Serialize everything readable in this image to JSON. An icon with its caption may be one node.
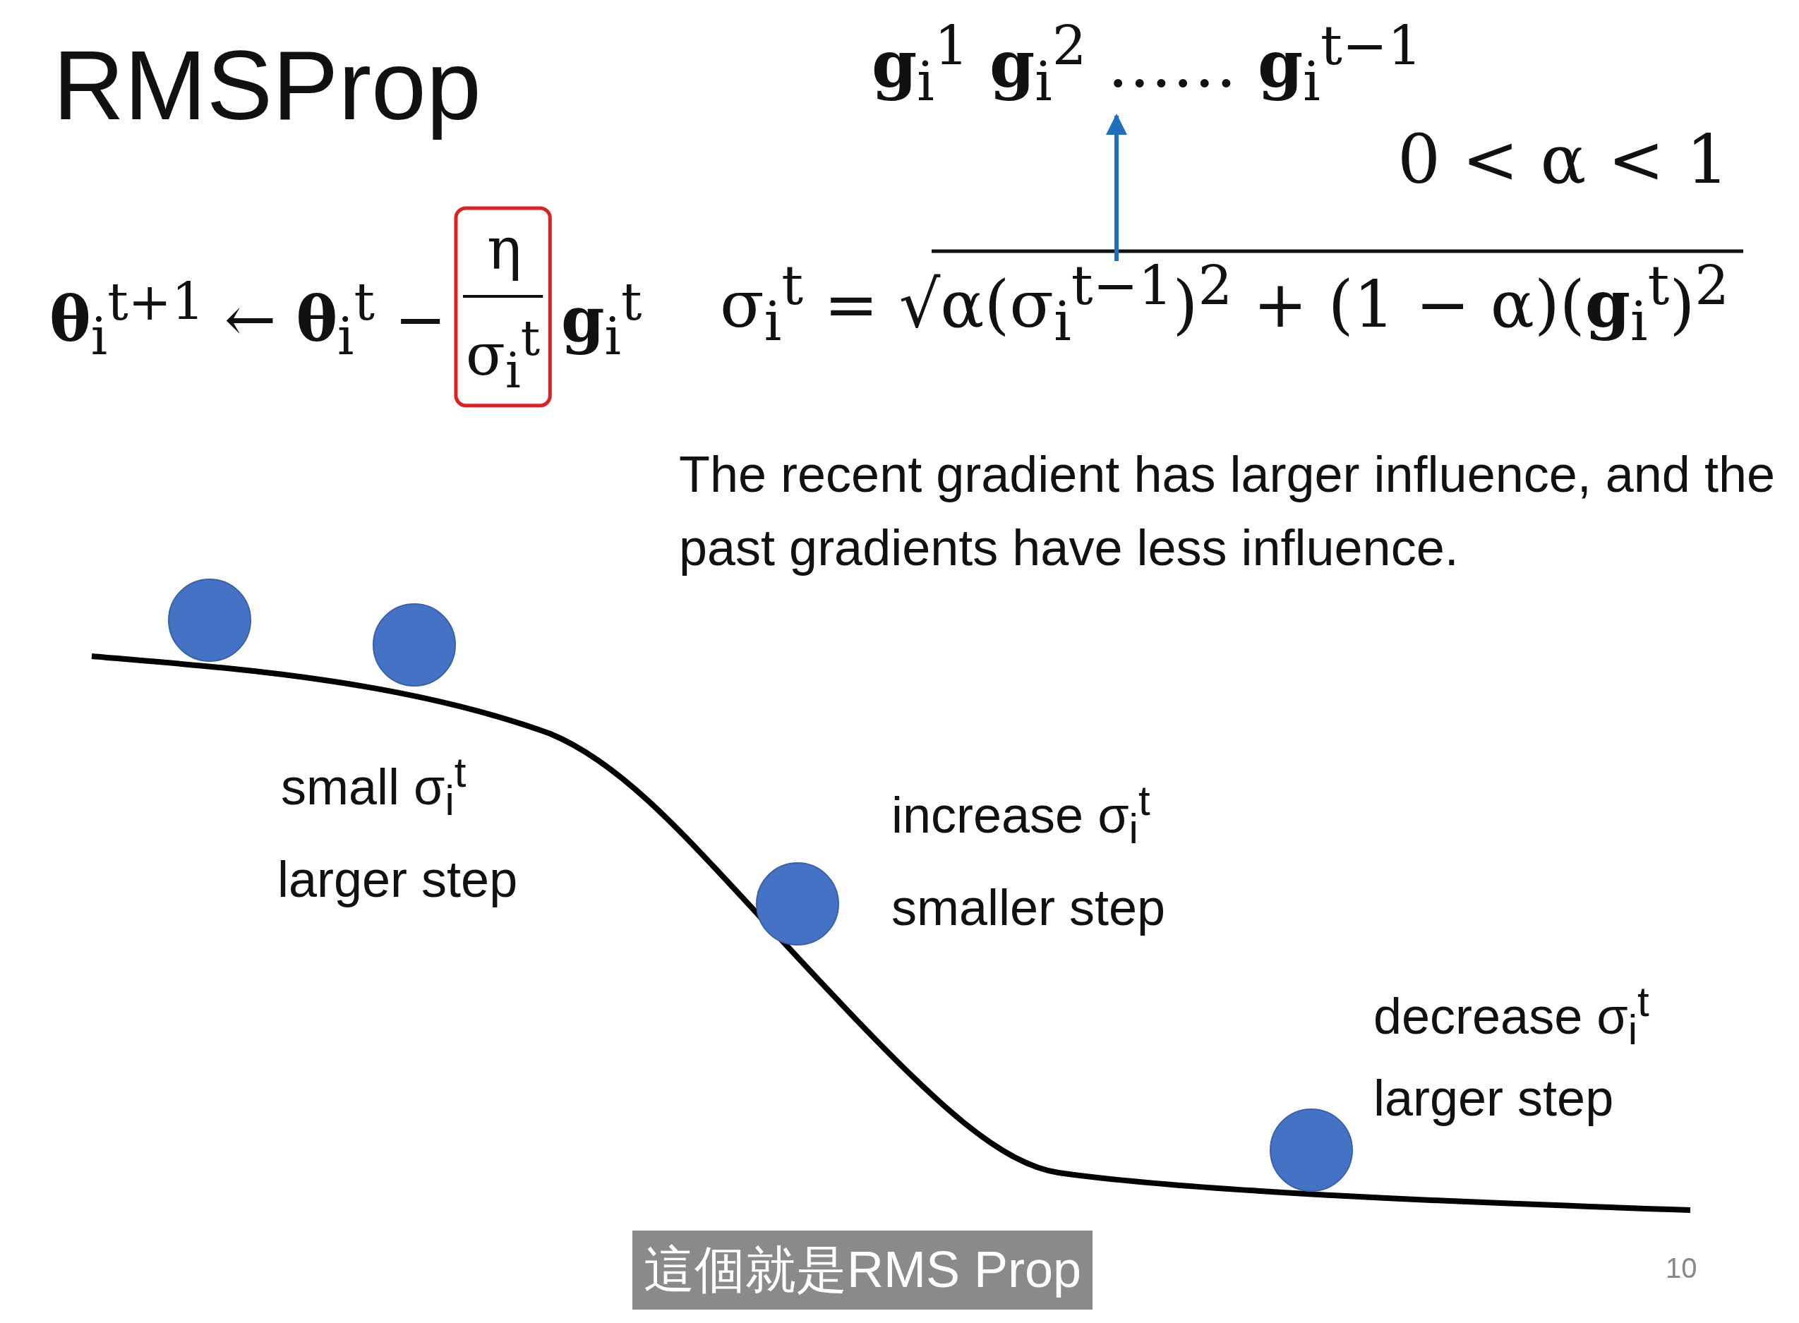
{
  "diagram": {
    "title": "RMSProp",
    "nodes": [
      {
        "text": [
          "**g**$_{i}$$^{1}$ **g**$_{i}$$^{2}$ …… **g**$_{i}$$^{t−1}$"
        ]
      },
      {
        "text": [
          "σ$_{i}$$^{t}$ = √α(σ$_{i}$$^{t−1}$)$^{2}$ + (1 − α)(**g**$_{i}$$^{t}$)$^{2}$"
        ]
      }
    ],
    "edges": [
      {
        "from": 1,
        "to": 0,
        "arrow": "to",
        "color": "#1f6fc0"
      }
    ],
    "labels": [
      "**θ**$_{i}$$^{t+1}$ ← **θ**$_{i}$$^{t}$ −",
      "η",
      "σ$_{i}$$^{t}$",
      "**g**$_{i}$$^{t}$",
      "0 < α < 1",
      "The recent gradient has larger influence, and the past gradients have less influence.",
      "small σ$_{i}$$^{t}$",
      "larger step",
      "increase σ$_{i}$$^{t}$",
      "smaller step",
      "decrease σ$_{i}$$^{t}$",
      "larger step",
      "這個就是RMS Prop",
      "10"
    ]
  }
}
